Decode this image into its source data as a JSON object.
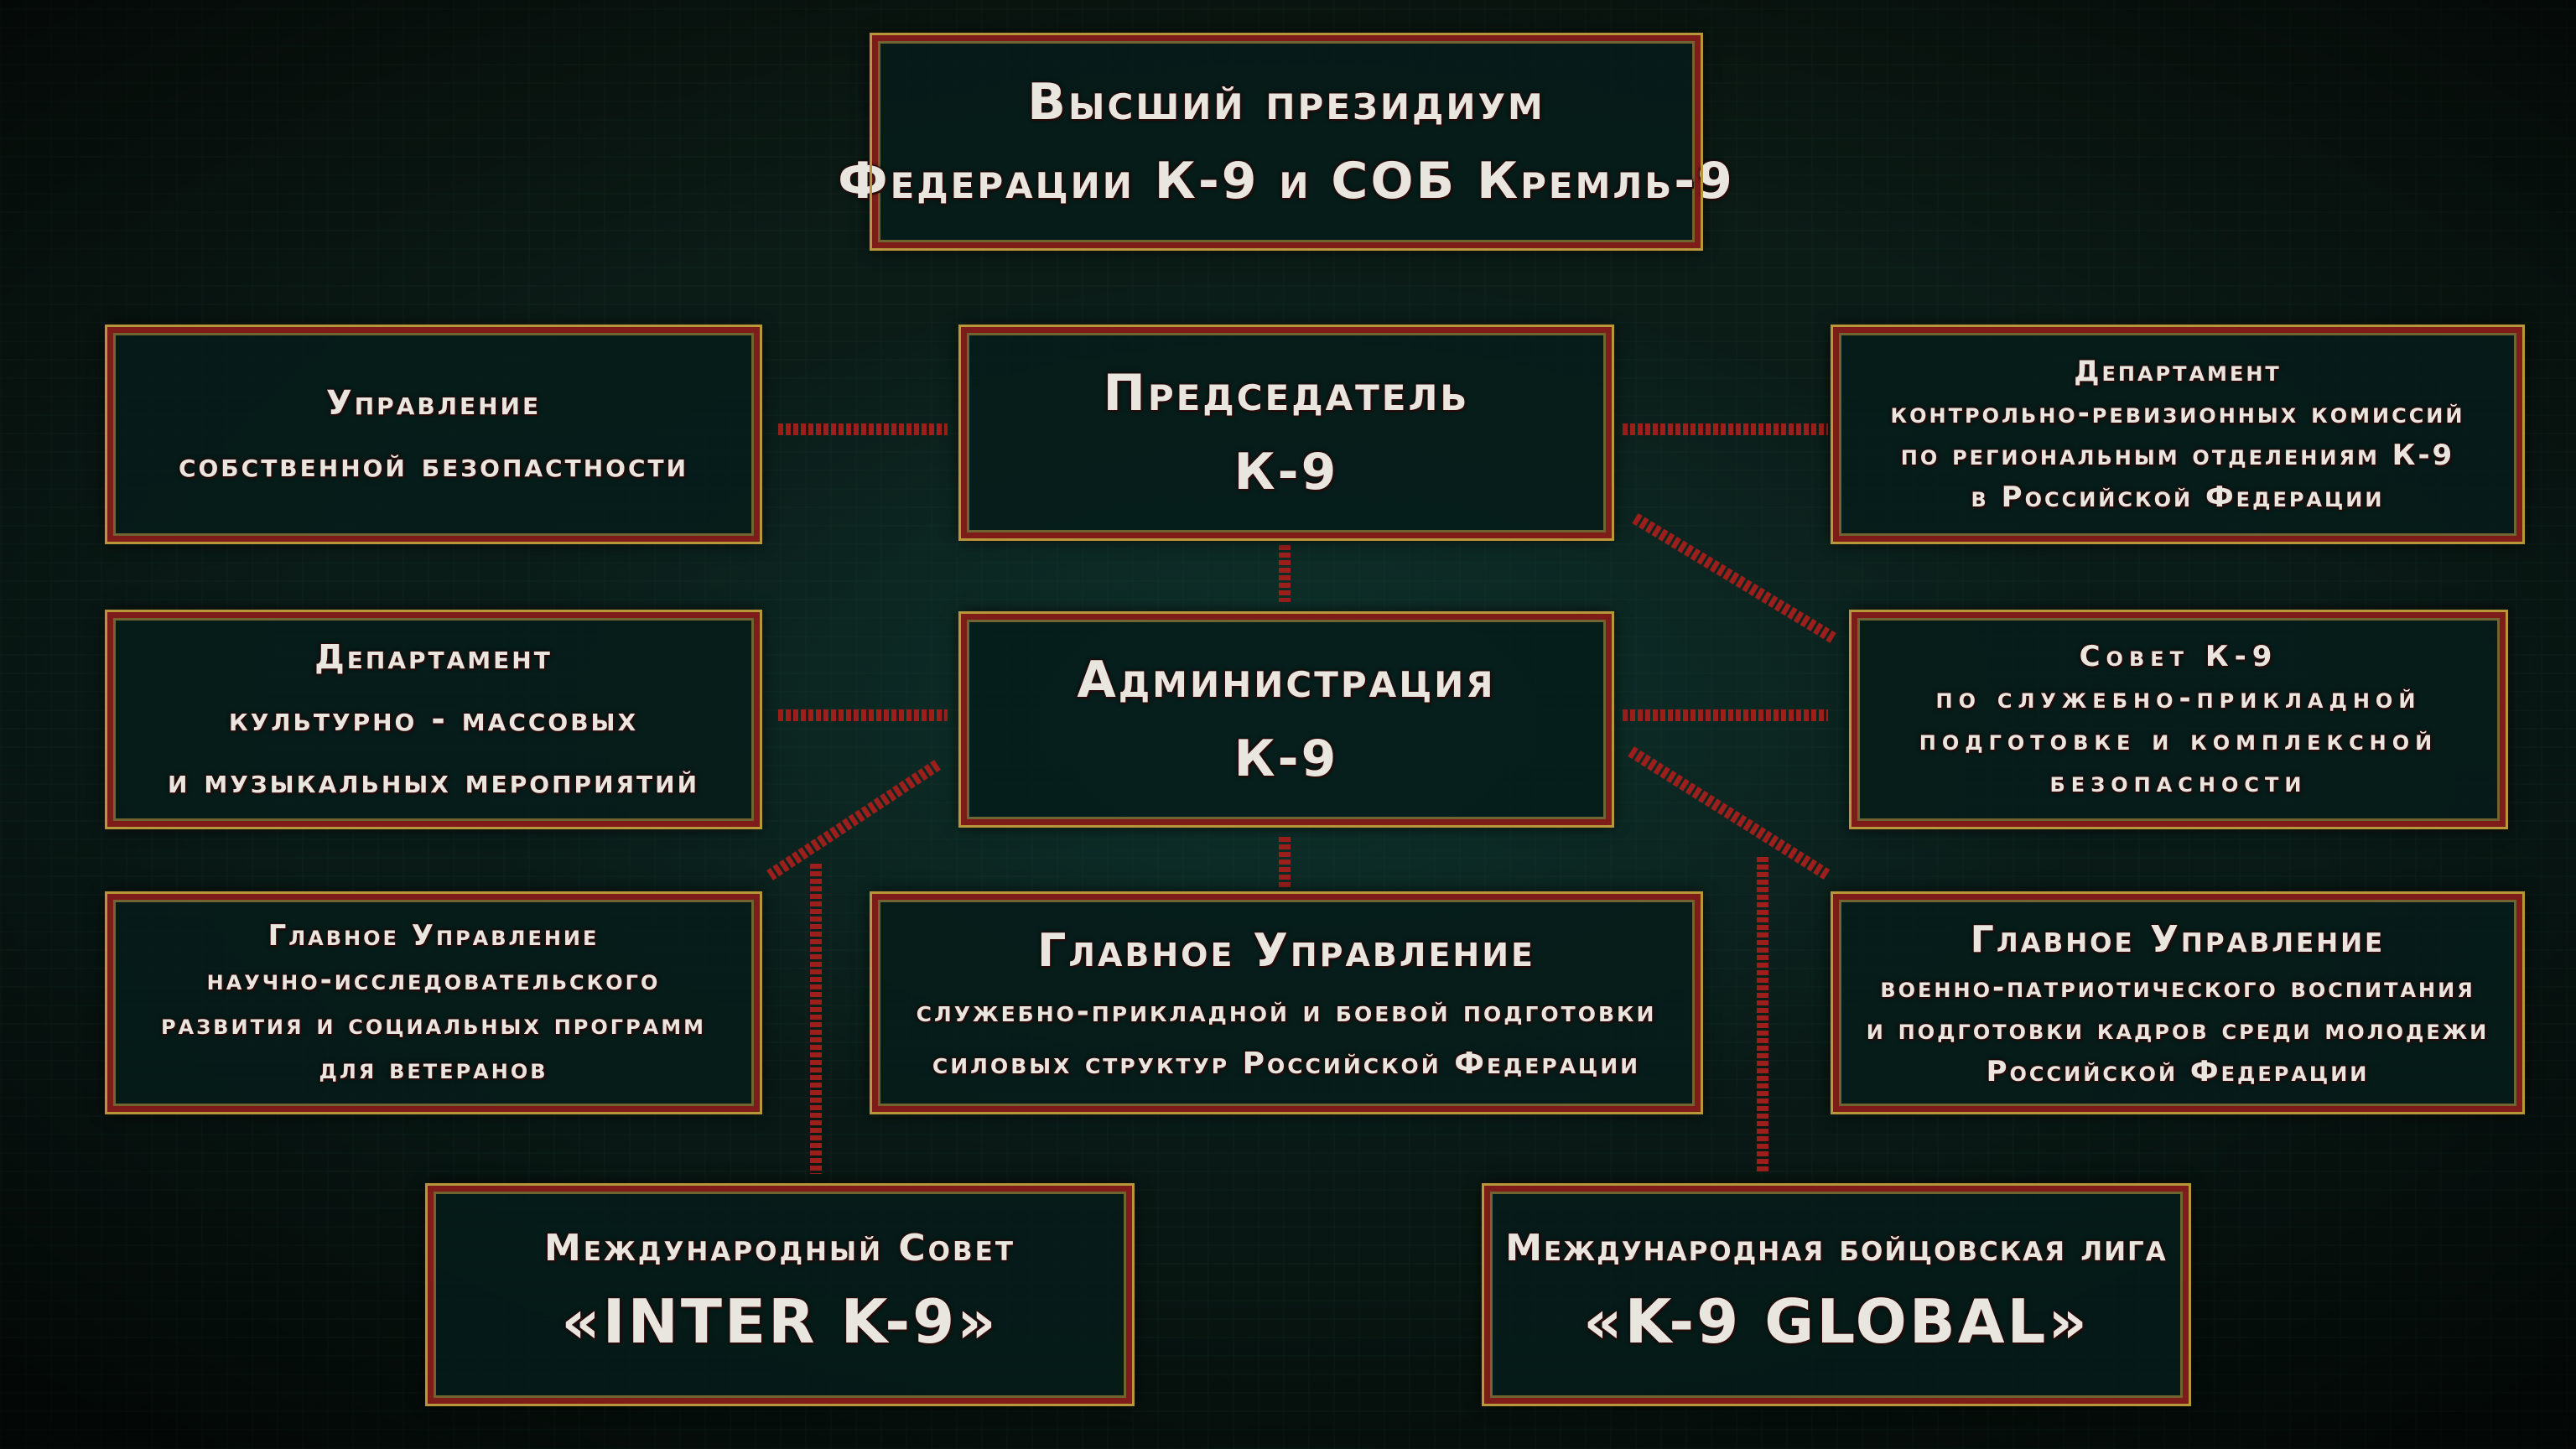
{
  "diagram": {
    "presidium": {
      "line1": "Высший президиум",
      "line2": "Федерации К-9 и СОБ Кремль-9"
    },
    "chairman": {
      "line1": "Председатель",
      "line2": "К-9"
    },
    "administration": {
      "line1": "Администрация",
      "line2": "К-9"
    },
    "internal_security": {
      "line1": "Управление",
      "line2": "собственной безопастности"
    },
    "audit_department": {
      "line1": "Департамент",
      "line2": "контрольно-ревизионных комиссий",
      "line3": "по региональным отделениям К-9",
      "line4": "в Российской Федерации"
    },
    "culture_department": {
      "line1": "Департамент",
      "line2": "культурно - массовых",
      "line3": "и музыкальных мероприятий"
    },
    "council": {
      "line1": "Совет К-9",
      "line2": "по служебно-прикладной",
      "line3": "подготовке и комплексной",
      "line4": "безопасности"
    },
    "research_directorate": {
      "line1": "Главное Управление",
      "line2": "научно-исследовательского",
      "line3": "развития и социальных программ",
      "line4": "для ветеранов"
    },
    "training_directorate": {
      "line1": "Главное Управление",
      "line2": "служебно-прикладной и боевой подготовки",
      "line3": "силовых структур Российской Федерации"
    },
    "youth_directorate": {
      "line1": "Главное Управление",
      "line2": "военно-патриотического воспитания",
      "line3": "и подготовки кадров среди молодежи",
      "line4": "Российской Федерации"
    },
    "international_council": {
      "line1": "Международный Совет",
      "line2": "«INTER K-9»"
    },
    "fight_league": {
      "line1": "Международная бойцовская лига",
      "line2": "«K-9 GLOBAL»"
    }
  },
  "colors": {
    "background": "#0b1712",
    "box_fill": "#061c1a",
    "box_border": "#7e1c1a",
    "box_trim": "#b8963a",
    "connector": "#9c1f1c",
    "text": "#e9e6e0"
  }
}
